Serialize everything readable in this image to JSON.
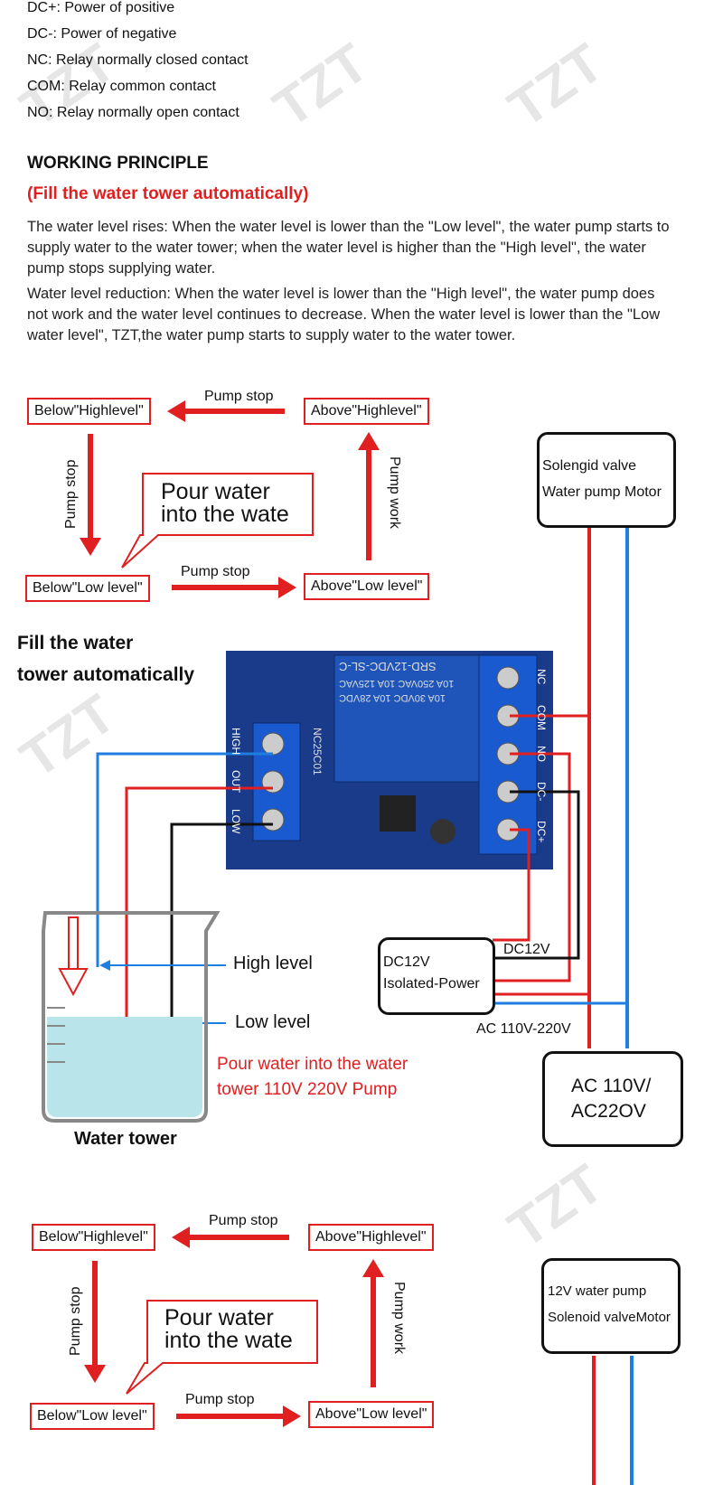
{
  "pin_definitions": [
    "DC+: Power of positive",
    "DC-: Power of negative",
    "NC: Relay normally closed contact",
    "COM: Relay common contact",
    "NO: Relay normally open contact"
  ],
  "section_title": "WORKING PRINCIPLE",
  "section_subtitle": "(Fill the water tower automatically)",
  "paragraph_1": "The water level rises: When the water level is lower than the \"Low level\", the water pump starts to supply water to the water tower; when the water level is higher than the \"High level\", the water pump stops supplying water.",
  "paragraph_2": "Water level reduction: When the water level is lower than the \"High level\", the water pump does not work and the water level continues to decrease. When the water level is lower than the \"Low water level\", TZT,the water pump starts to supply water to the water tower.",
  "watermark_text": "TZT",
  "flow1": {
    "below_high": "Below\"Highlevel\"",
    "above_high": "Above\"Highlevel\"",
    "below_low": "Below\"Low level\"",
    "above_low": "Above\"Low level\"",
    "top_arrow": "Pump stop",
    "bottom_arrow": "Pump stop",
    "left_arrow": "Pump stop",
    "right_arrow": "Pump work",
    "callout_line1": "Pour water",
    "callout_line2": "into the wate",
    "device_line1": "Solengid valve",
    "device_line2": "Water pump Motor"
  },
  "wiring": {
    "title_line1": "Fill the water",
    "title_line2": "tower automatically",
    "relay_model": "SRD-12VDC-SL-C",
    "relay_rating1": "10A 250VAC  10A 125VAC",
    "relay_rating2": "10A 30VDC  10A 28VDC",
    "board_label": "NC25C01",
    "terminals_left": [
      "HIGH",
      "OUT",
      "LOW"
    ],
    "terminals_right": [
      "NC",
      "COM",
      "NO",
      "DC-",
      "DC+"
    ],
    "high_level": "High level",
    "low_level": "Low level",
    "pour_note_line1": "Pour water into the water",
    "pour_note_line2": "tower 110V 220V Pump",
    "water_tower": "Water tower",
    "psu_line1": "DC12V",
    "psu_line2": "Isolated-Power",
    "dc12v": "DC12V",
    "ac_label": "AC 110V-220V",
    "ac_line1": "AC 110V/",
    "ac_line2": "AC22OV"
  },
  "flow2": {
    "below_high": "Below\"Highlevel\"",
    "above_high": "Above\"Highlevel\"",
    "below_low": "Below\"Low level\"",
    "above_low": "Above\"Low level\"",
    "top_arrow": "Pump stop",
    "bottom_arrow": "Pump stop",
    "left_arrow": "Pump stop",
    "right_arrow": "Pump work",
    "callout_line1": "Pour water",
    "callout_line2": "into the wate",
    "device_line1": "12V water pump",
    "device_line2": "Solenoid valveMotor"
  },
  "colors": {
    "red": "#e02020",
    "blue": "#1e7fe0",
    "board": "#1a3a8a",
    "water": "#b8e4ea"
  }
}
